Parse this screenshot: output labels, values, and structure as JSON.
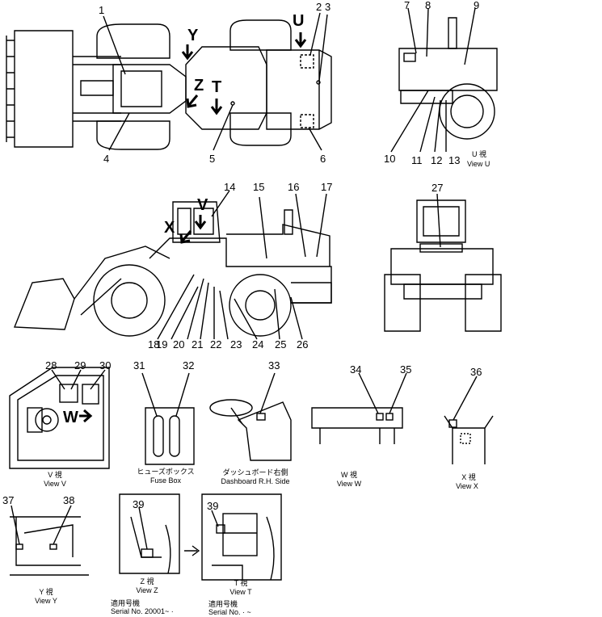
{
  "callouts": [
    "1",
    "2",
    "3",
    "4",
    "5",
    "6",
    "7",
    "8",
    "9",
    "10",
    "11",
    "12",
    "13",
    "14",
    "15",
    "16",
    "17",
    "18",
    "19",
    "20",
    "21",
    "22",
    "23",
    "24",
    "25",
    "26",
    "27",
    "28",
    "29",
    "30",
    "31",
    "32",
    "33",
    "34",
    "35",
    "36",
    "37",
    "38",
    "39",
    "39"
  ],
  "arrow_labels": {
    "y": "Y",
    "u": "U",
    "z": "Z",
    "t": "T",
    "v": "V",
    "x": "X",
    "w": "W"
  },
  "captions": {
    "view_u_jp": "U 視",
    "view_u": "View U",
    "view_v_jp": "V 視",
    "view_v": "View V",
    "fuse_box_jp": "ヒューズボックス",
    "fuse_box": "Fuse Box",
    "dashboard_jp": "ダッシュボード右側",
    "dashboard": "Dashboard R.H. Side",
    "view_w_jp": "W 視",
    "view_w": "View W",
    "view_x_jp": "X 視",
    "view_x": "View X",
    "view_y_jp": "Y 視",
    "view_y": "View Y",
    "view_z_jp": "Z 視",
    "view_z": "View Z",
    "view_t_jp": "T 視",
    "view_t": "View T",
    "serial_jp_1": "適用号機",
    "serial_1": "Serial No. 20001~ ·",
    "serial_jp_2": "適用号機",
    "serial_2": "Serial No. · ~"
  }
}
